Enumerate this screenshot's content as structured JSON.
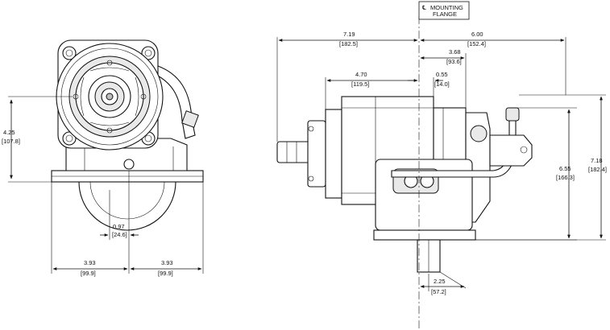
{
  "flange_callout": {
    "symbol": "℄",
    "line1": "MOUNTING",
    "line2": "FLANGE"
  },
  "front_view": {
    "height": {
      "in": "4.25",
      "mm": "[107.8]"
    },
    "shaft_offset": {
      "in": "0.97",
      "mm": "[24.6]"
    },
    "left_half_width": {
      "in": "3.93",
      "mm": "[99.9]"
    },
    "right_half_width": {
      "in": "3.93",
      "mm": "[99.9]"
    }
  },
  "side_view": {
    "rear_length": {
      "in": "7.19",
      "mm": "[182.5]"
    },
    "front_length": {
      "in": "6.00",
      "mm": "[152.4]"
    },
    "front_body": {
      "in": "3.68",
      "mm": "[93.6]"
    },
    "rear_body": {
      "in": "4.70",
      "mm": "[119.5]"
    },
    "flange_step": {
      "in": "0.55",
      "mm": "[14.0]"
    },
    "height_a": {
      "in": "6.55",
      "mm": "[166.3]"
    },
    "height_b": {
      "in": "7.18",
      "mm": "[182.4]"
    },
    "shaft_drop": {
      "in": "2.25",
      "mm": "[57.2]"
    }
  }
}
